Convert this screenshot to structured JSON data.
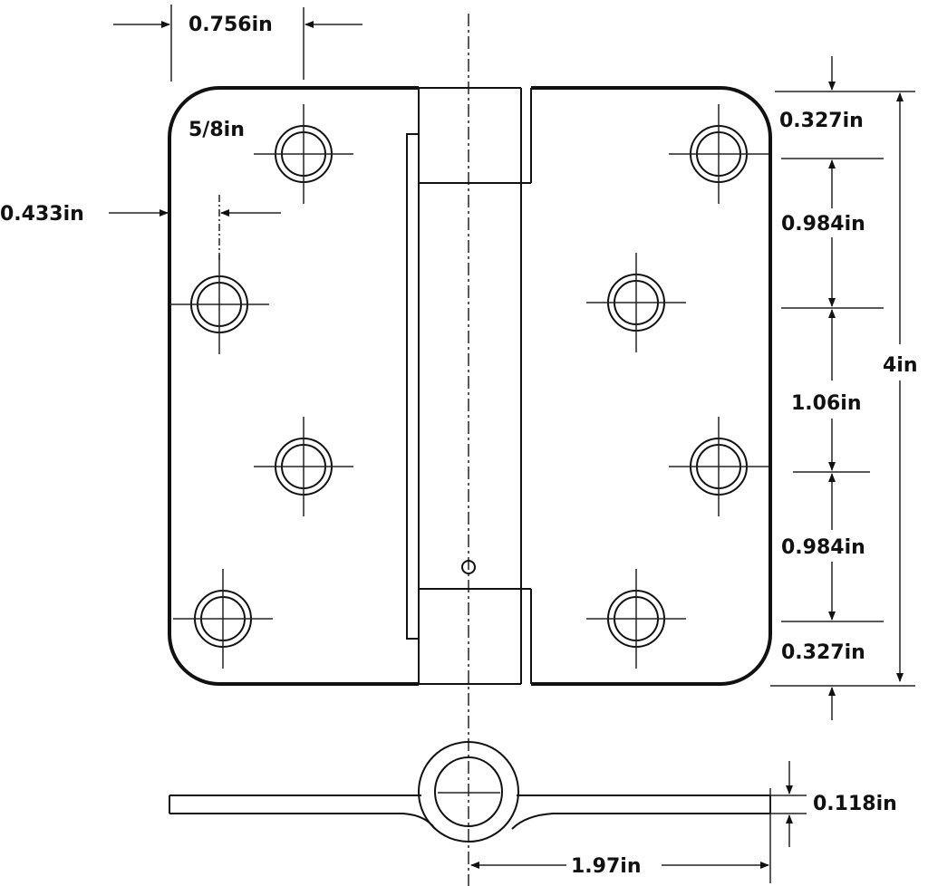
{
  "colors": {
    "line": "#111111",
    "background": "#ffffff"
  },
  "dimensions": {
    "hole_offset_top": "0.756in",
    "corner_radius": "5/8in",
    "hole_offset_side": "0.433in",
    "top_margin": "0.327in",
    "spacing_1": "0.984in",
    "spacing_2": "1.06in",
    "spacing_3": "0.984in",
    "bottom_margin": "0.327in",
    "height": "4in",
    "thickness": "0.118in",
    "leaf_width": "1.97in"
  }
}
